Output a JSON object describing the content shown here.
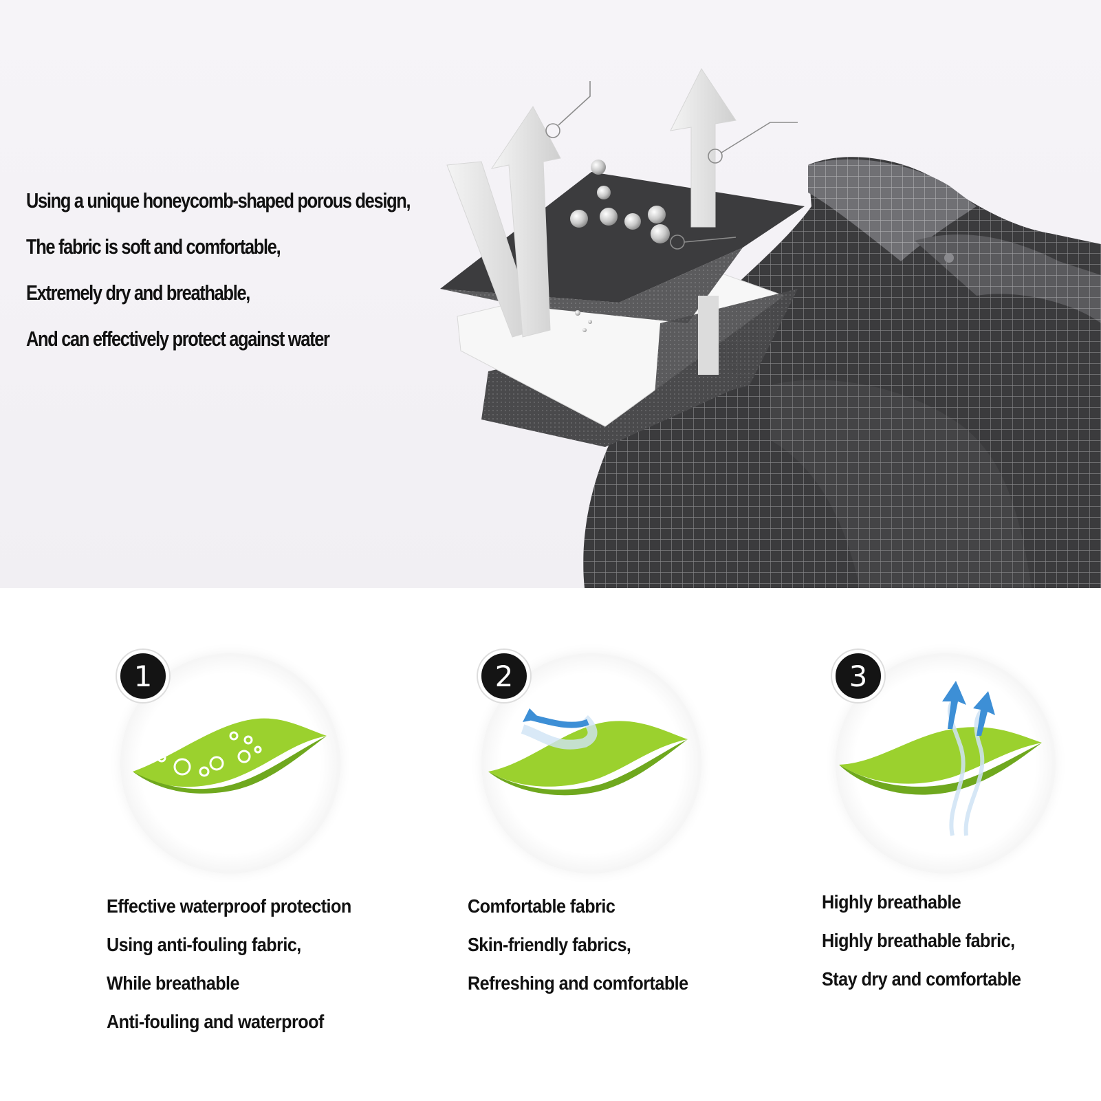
{
  "hero": {
    "lines": [
      "Using a unique honeycomb-shaped porous design,",
      "The fabric is soft and comfortable,",
      "Extremely dry and breathable,",
      "And can effectively protect against water"
    ]
  },
  "features": [
    {
      "number": "1",
      "lines": [
        "Effective waterproof protection",
        "Using anti-fouling fabric,",
        "While breathable",
        "Anti-fouling and waterproof"
      ]
    },
    {
      "number": "2",
      "lines": [
        "Comfortable fabric",
        "Skin-friendly fabrics,",
        "Refreshing and comfortable"
      ]
    },
    {
      "number": "3",
      "lines": [
        "Highly breathable",
        "Highly breathable fabric,",
        "Stay dry and comfortable"
      ]
    }
  ],
  "colors": {
    "leaf_green": "#9bd12e",
    "arrow_blue": "#3d8fd6",
    "fabric_dark": "#3c3c3e",
    "badge_black": "#141414"
  }
}
